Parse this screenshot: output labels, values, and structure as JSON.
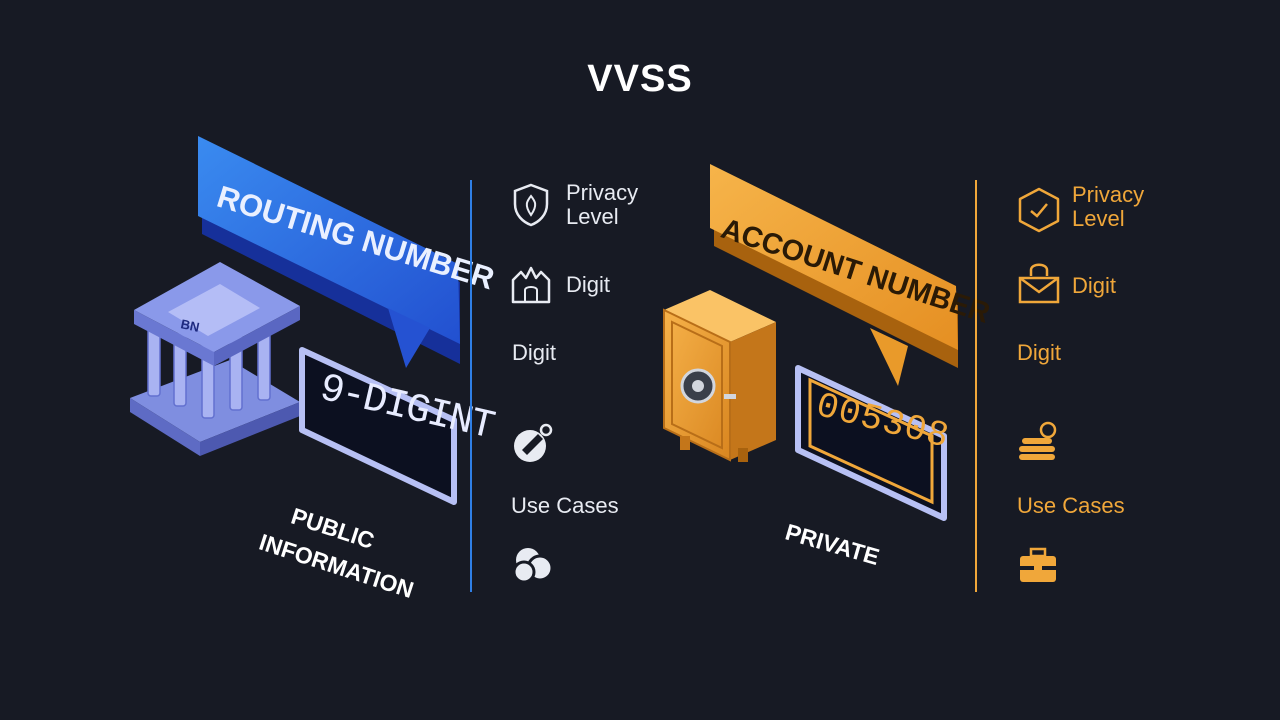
{
  "title": "VVSS",
  "routing": {
    "banner": "ROUTING NUMBER",
    "building_plate": "BN",
    "display": "9-DIGINT",
    "footer_line1": "PUBLIC",
    "footer_line2": "INFORMATION",
    "accent": "#2f6fe0"
  },
  "account": {
    "banner": "ACCOUNT NUMBER",
    "display": "005308",
    "footer": "PRIVATE",
    "accent": "#f0a73a"
  },
  "left_panel": {
    "privacy_line1": "Privacy",
    "privacy_line2": "Level",
    "digit_1": "Digit",
    "digit_2": "Digit",
    "use_cases": "Use Cases",
    "icons": [
      "shield-icon",
      "crown-house-icon",
      "pen-tool-icon",
      "globe-icon"
    ]
  },
  "right_panel": {
    "privacy_line1": "Privacy",
    "privacy_line2": "Level",
    "digit_1": "Digit",
    "digit_2": "Digit",
    "use_cases": "Use Cases",
    "icons": [
      "hexagon-check-icon",
      "lock-envelope-icon",
      "coin-stack-icon",
      "briefcase-icon"
    ]
  }
}
